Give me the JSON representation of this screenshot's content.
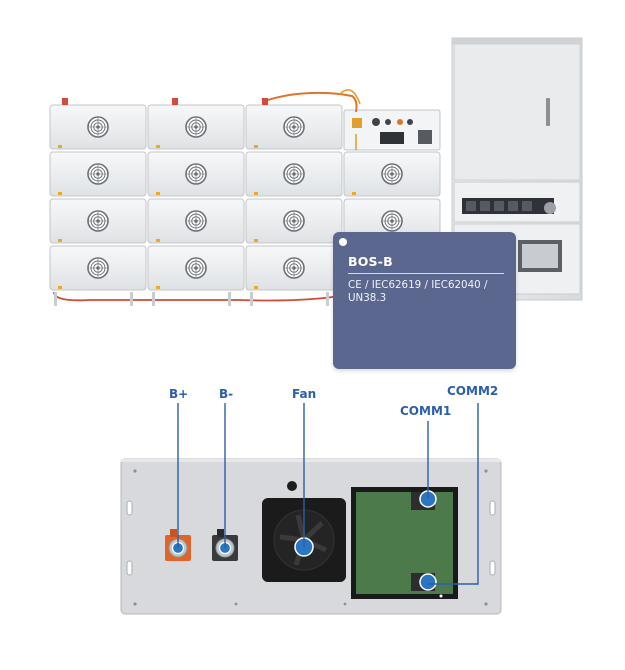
{
  "info_card": {
    "title": "BOS-B",
    "certifications": "CE / IEC62619 / IEC62040 / UN38.3"
  },
  "panel_labels": {
    "b_plus": "B+",
    "b_minus": "B-",
    "fan": "Fan",
    "comm1": "COMM1",
    "comm2": "COMM2"
  },
  "colors": {
    "accent": "#2b5fa8",
    "card": "#5c6790",
    "positive_terminal": "#e0652a",
    "negative_terminal": "#3a3a3a"
  }
}
